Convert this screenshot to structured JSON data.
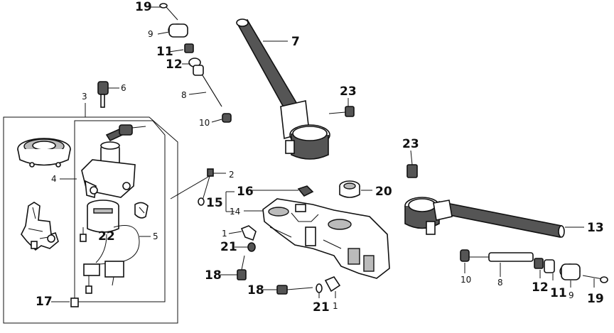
{
  "callouts": {
    "c1a": "1",
    "c1b": "1",
    "c2": "2",
    "c3": "3",
    "c4": "4",
    "c5": "5",
    "c6": "6",
    "c7": "7",
    "c8a": "8",
    "c8b": "8",
    "c9a": "9",
    "c9b": "9",
    "c10a": "10",
    "c10b": "10",
    "c11a": "11",
    "c11b": "11",
    "c12a": "12",
    "c12b": "12",
    "c13": "13",
    "c14": "14",
    "c15": "15",
    "c16": "16",
    "c17": "17",
    "c18a": "18",
    "c18b": "18",
    "c19a": "19",
    "c19b": "19",
    "c20": "20",
    "c21a": "21",
    "c21b": "21",
    "c22": "22",
    "c23a": "23",
    "c23b": "23"
  }
}
